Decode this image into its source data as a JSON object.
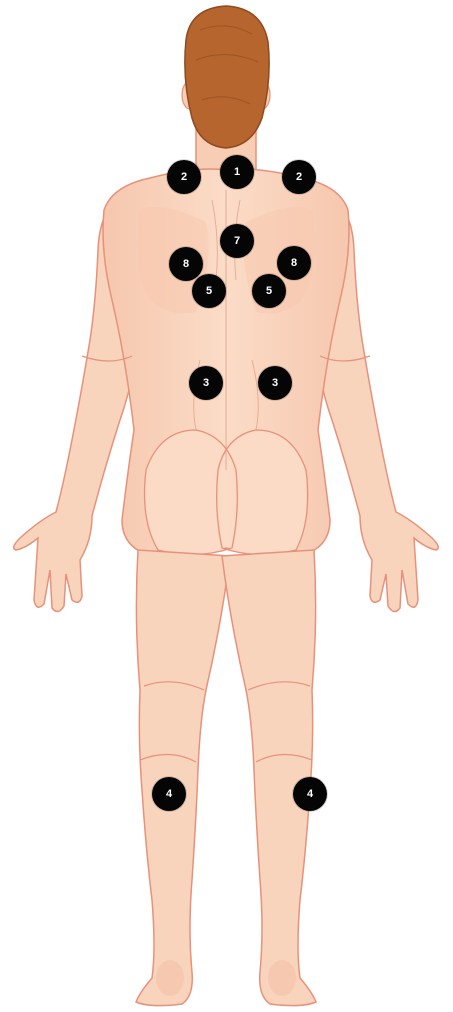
{
  "figure": {
    "icon": "human-body-back-view"
  },
  "markers": [
    {
      "id": "m1",
      "label": "1"
    },
    {
      "id": "m2-left",
      "label": "2"
    },
    {
      "id": "m2-right",
      "label": "2"
    },
    {
      "id": "m7",
      "label": "7"
    },
    {
      "id": "m8-left",
      "label": "8"
    },
    {
      "id": "m8-right",
      "label": "8"
    },
    {
      "id": "m5-left",
      "label": "5"
    },
    {
      "id": "m5-right",
      "label": "5"
    },
    {
      "id": "m3-left",
      "label": "3"
    },
    {
      "id": "m3-right",
      "label": "3"
    },
    {
      "id": "m4-left",
      "label": "4"
    },
    {
      "id": "m4-right",
      "label": "4"
    }
  ],
  "colors": {
    "skin": "#f9d4bd",
    "skin_shadow": "#f2b9a0",
    "outline": "#e8917a",
    "hair": "#b5652d",
    "hair_dark": "#8f4a1e",
    "marker": "#050505",
    "marker_text": "#ffffff"
  }
}
